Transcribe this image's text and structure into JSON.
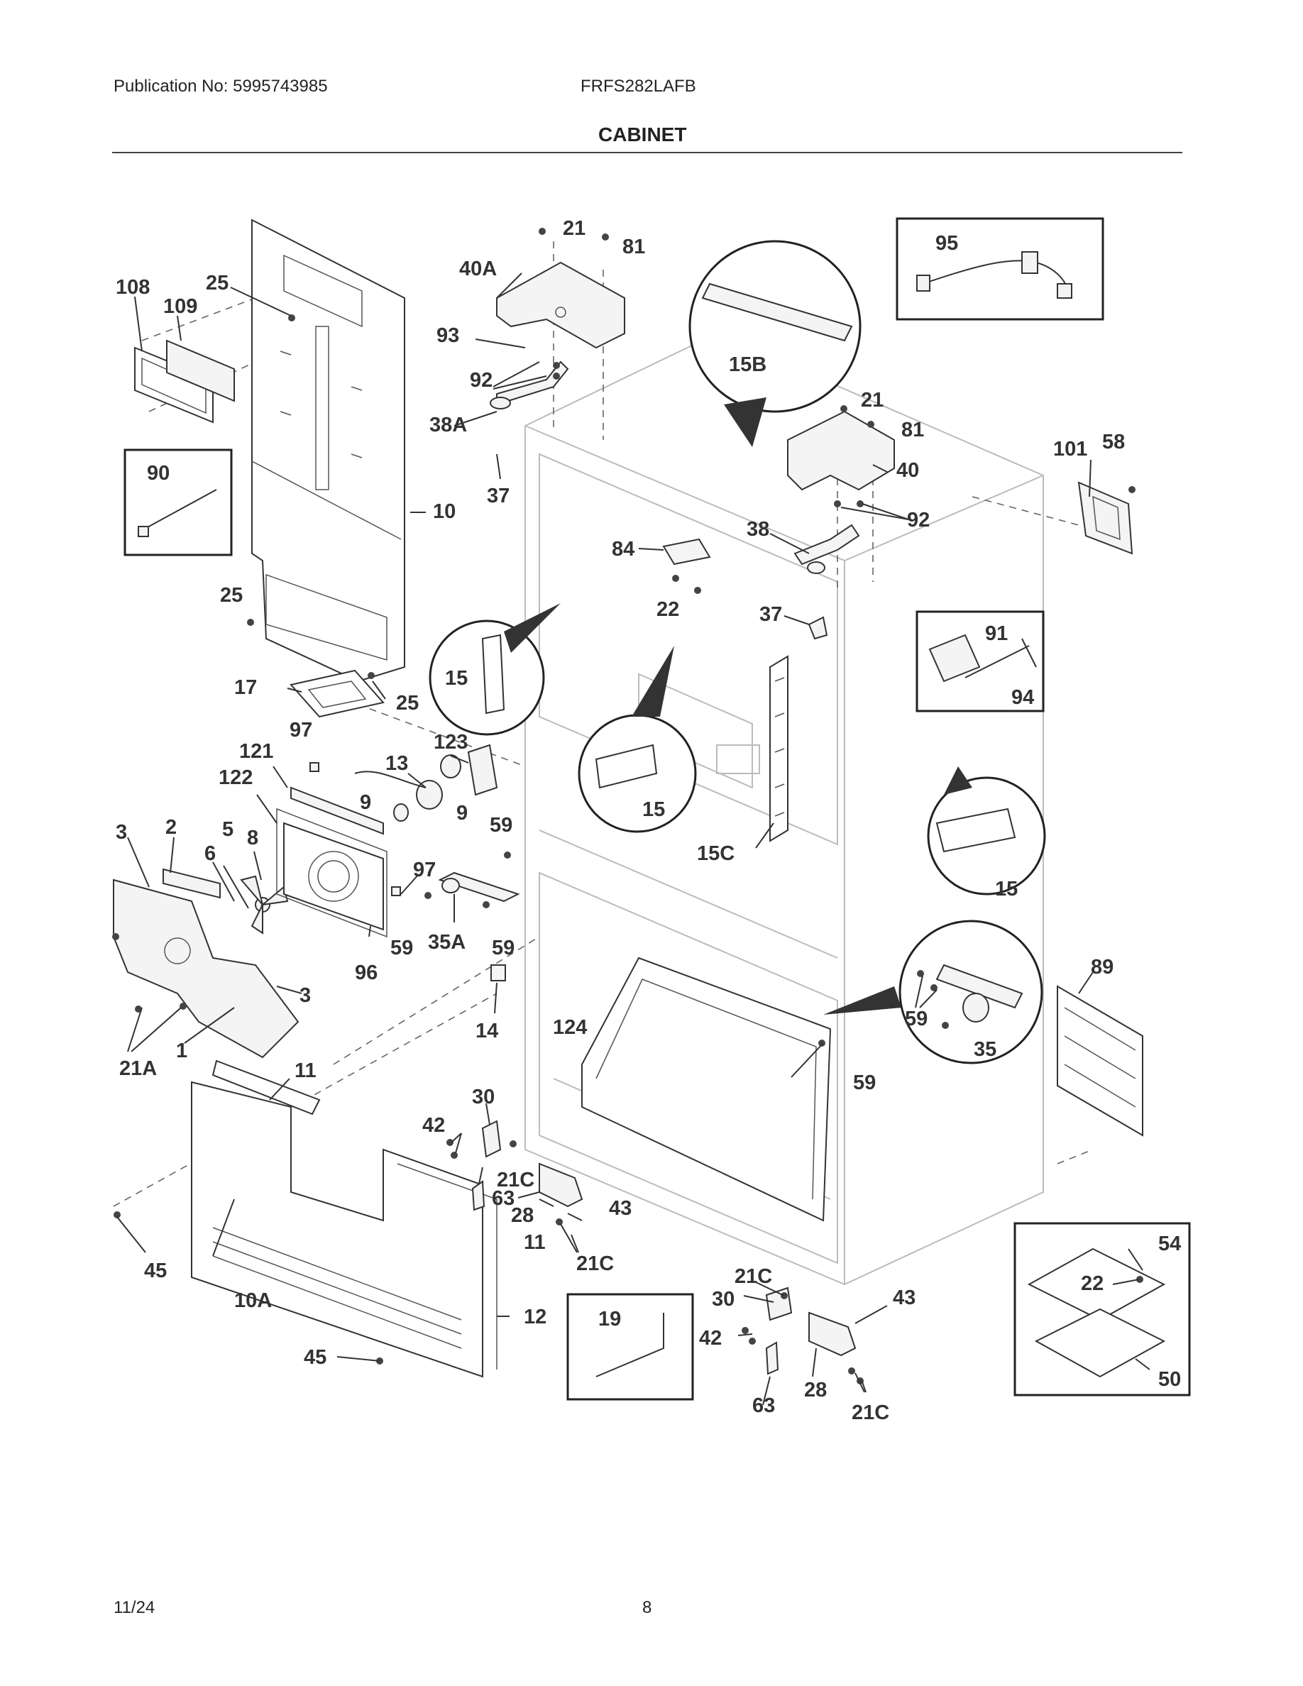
{
  "header": {
    "publication": "Publication No: 5995743985",
    "model": "FRFS282LAFB",
    "section_title": "CABINET"
  },
  "footer": {
    "date": "11/24",
    "page_number": "8"
  },
  "parts": {
    "p1": "1",
    "p2": "2",
    "p3a": "3",
    "p3b": "3",
    "p5": "5",
    "p6": "6",
    "p8": "8",
    "p9a": "9",
    "p9b": "9",
    "p10": "10",
    "p10A": "10A",
    "p11a": "11",
    "p11b": "11",
    "p12": "12",
    "p13": "13",
    "p14": "14",
    "p15a": "15",
    "p15b": "15",
    "p15c": "15",
    "p15B": "15B",
    "p15C": "15C",
    "p17": "17",
    "p19": "19",
    "p21a": "21",
    "p21b": "21",
    "p21A": "21A",
    "p21Ca": "21C",
    "p21Cb": "21C",
    "p21Cc": "21C",
    "p21Cd": "21C",
    "p22a": "22",
    "p22b": "22",
    "p25a": "25",
    "p25b": "25",
    "p25c": "25",
    "p28a": "28",
    "p28b": "28",
    "p30a": "30",
    "p30b": "30",
    "p35": "35",
    "p35A": "35A",
    "p37a": "37",
    "p37b": "37",
    "p38": "38",
    "p38A": "38A",
    "p40": "40",
    "p40A": "40A",
    "p42a": "42",
    "p42b": "42",
    "p43a": "43",
    "p43b": "43",
    "p45a": "45",
    "p45b": "45",
    "p50": "50",
    "p54": "54",
    "p58": "58",
    "p59a": "59",
    "p59b": "59",
    "p59c": "59",
    "p59d": "59",
    "p59e": "59",
    "p63a": "63",
    "p63b": "63",
    "p81a": "81",
    "p81b": "81",
    "p84": "84",
    "p89": "89",
    "p90": "90",
    "p91": "91",
    "p92a": "92",
    "p92b": "92",
    "p93": "93",
    "p94": "94",
    "p95": "95",
    "p96": "96",
    "p97a": "97",
    "p97b": "97",
    "p101": "101",
    "p108": "108",
    "p109": "109",
    "p121": "121",
    "p122": "122",
    "p123": "123",
    "p124": "124"
  }
}
